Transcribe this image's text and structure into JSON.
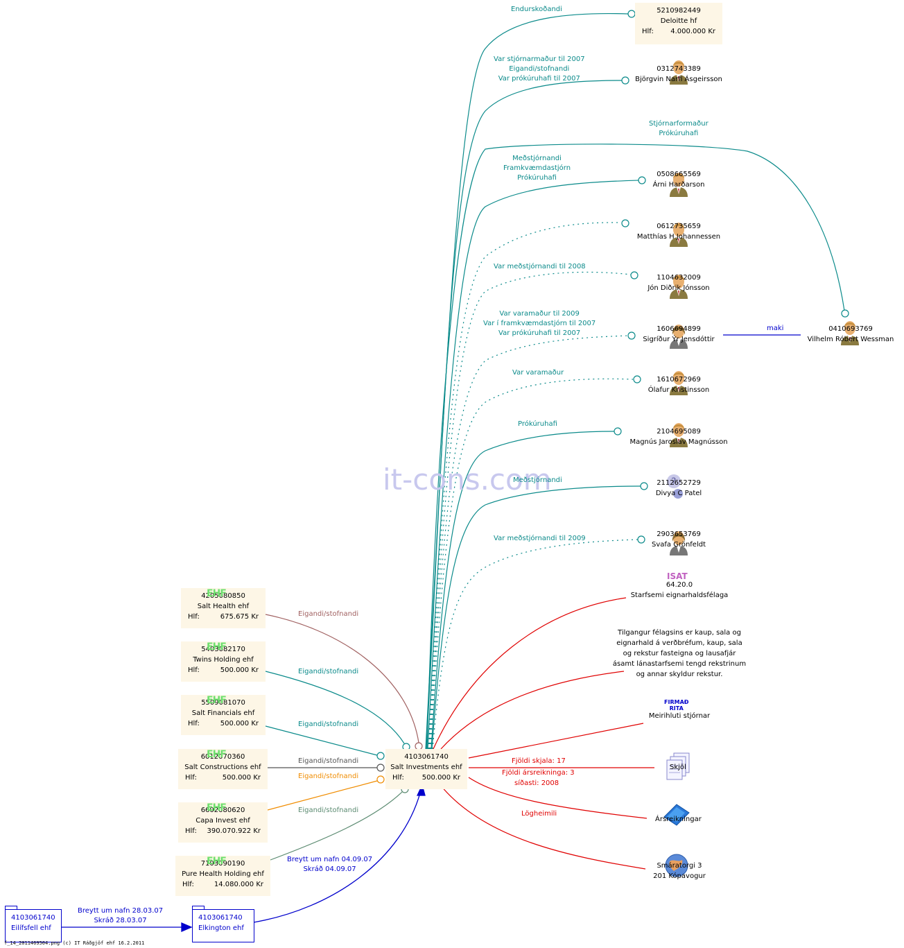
{
  "watermark": "it-cons.com",
  "footer": "f_14_2011469504.png (c) IT Ráðgjöf ehf 16.2.2011",
  "center": {
    "id": "4103061740",
    "name": "Salt Investments ehf",
    "hlf_label": "Hlf:",
    "hlf": "500.000 Kr"
  },
  "auditor": {
    "label": "Endurskoðandi",
    "id": "5210982449",
    "name": "Deloitte hf",
    "hlf_label": "Hlf:",
    "hlf": "4.000.000 Kr"
  },
  "persons": [
    {
      "id": "0312743389",
      "name": "Björgvin Narfi Ásgeirsson",
      "role_lines": [
        "Var stjórnarmaður til 2007",
        "Eigandi/stofnandi",
        "Var prókúruhafi til 2007"
      ]
    },
    {
      "id": "0410693769",
      "name": "Vilhelm Róbert Wessman",
      "role_lines": [
        "Stjórnarformaður",
        "Prókúruhafi"
      ]
    },
    {
      "id": "0508665569",
      "name": "Árni Harðarson",
      "role_lines": [
        "Meðstjórnandi",
        "Framkvæmdastjórn",
        "Prókúruhafi"
      ]
    },
    {
      "id": "0612735659",
      "name": "Matthías H Johannessen",
      "role_lines": []
    },
    {
      "id": "1104632009",
      "name": "Jón Diðrik Jónsson",
      "role_lines": [
        "Var meðstjórnandi til 2008"
      ]
    },
    {
      "id": "1606694899",
      "name": "Sigríður Ýr Jensdóttir",
      "role_lines": [
        "Var varamaður til 2009",
        "Var í framkvæmdastjórn til 2007",
        "Var prókúruhafi til 2007"
      ]
    },
    {
      "id": "1610672969",
      "name": "Ólafur Kristinsson",
      "role_lines": [
        "Var varamaður"
      ]
    },
    {
      "id": "2104695089",
      "name": "Magnús Jaroslav Magnússon",
      "role_lines": [
        "Prókúruhafi"
      ]
    },
    {
      "id": "2112652729",
      "name": "Divya C Patel",
      "role_lines": [
        "Meðstjórnandi"
      ]
    },
    {
      "id": "2903653769",
      "name": "Svafa Grönfeldt",
      "role_lines": [
        "Var meðstjórnandi til 2009"
      ]
    }
  ],
  "spouse_label": "maki",
  "isat": {
    "badge": "ISAT",
    "code": "64.20.0",
    "desc": "Starfsemi eignarhaldsfélaga"
  },
  "purpose_lines": [
    "Tilgangur félagsins er kaup, sala og",
    "eignarhald á verðbréfum, kaup, sala",
    "og rekstur fasteigna og lausafjár",
    "ásamt lánastarfsemi tengd rekstrinum",
    "og annar skyldur rekstur."
  ],
  "firmad": {
    "badge_line1": "FIRMAÐ",
    "badge_line2": "RITA",
    "label": "Meirihluti stjórnar"
  },
  "docs": {
    "label": "Skjöl",
    "count_text": "Fjöldi skjala: 17",
    "annual_text": "Fjöldi ársreikninga: 3",
    "last_text": "síðasti: 2008"
  },
  "annual": {
    "label": "Ársreikningar"
  },
  "address": {
    "edge_label": "Lögheimili",
    "line1": "Smáratorgi 3",
    "line2": "201 Kópavogur"
  },
  "owners": [
    {
      "id": "4205080850",
      "name": "Salt Health ehf",
      "hlf_label": "Hlf:",
      "hlf": "675.675 Kr",
      "role": "Eigandi/stofnandi",
      "color": "#a06060"
    },
    {
      "id": "5403082170",
      "name": "Twins Holding ehf",
      "hlf_label": "Hlf:",
      "hlf": "500.000 Kr",
      "role": "Eigandi/stofnandi",
      "color": "#0a8a8a"
    },
    {
      "id": "5509081070",
      "name": "Salt Financials ehf",
      "hlf_label": "Hlf:",
      "hlf": "500.000 Kr",
      "role": "Eigandi/stofnandi",
      "color": "#0a8a8a"
    },
    {
      "id": "6012070360",
      "name": "Salt Constructions ehf",
      "hlf_label": "Hlf:",
      "hlf": "500.000 Kr",
      "role": "Eigandi/stofnandi",
      "color": "#555555"
    },
    {
      "id": "6602080620",
      "name": "Capa Invest ehf",
      "hlf_label": "Hlf:",
      "hlf": "390.070.922 Kr",
      "role": "Eigandi/stofnandi",
      "color": "#f08c00"
    },
    {
      "id": "7103090190",
      "name": "Pure Health Holding ehf",
      "hlf_label": "Hlf:",
      "hlf": "14.080.000 Kr",
      "role": "Eigandi/stofnandi",
      "color": "#5a8a70"
    }
  ],
  "history": [
    {
      "id": "4103061740",
      "name": "Eilífsfell ehf"
    },
    {
      "id": "4103061740",
      "name": "Elkington ehf"
    }
  ],
  "history_edges": [
    {
      "line1": "Breytt um nafn 28.03.07",
      "line2": "Skráð 28.03.07"
    },
    {
      "line1": "Breytt um nafn 04.09.07",
      "line2": "Skráð 04.09.07"
    }
  ],
  "colors": {
    "teal": "#0a8a8a",
    "red": "#e00000",
    "blue": "#0000cc",
    "box_bg": "#fdf6e6"
  }
}
